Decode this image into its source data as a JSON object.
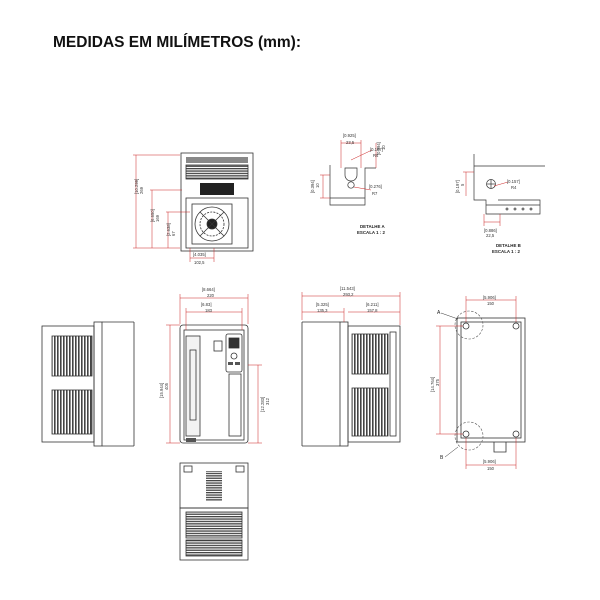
{
  "title": "MEDIDAS EM MILÍMETROS (mm):",
  "colors": {
    "line": "#333333",
    "dimension": "#cc2222",
    "detail_circle": "#555555"
  },
  "top_view": {
    "height": {
      "inch": "[10.299]",
      "mm": "269"
    },
    "fan_height": {
      "inch": "[6.650]",
      "mm": "169"
    },
    "fan_offset": {
      "inch": "[2.638]",
      "mm": "67"
    },
    "fan_width": {
      "inch": "[4.035]",
      "mm": "102,5"
    }
  },
  "detail_a": {
    "label": "DETALHE A",
    "scale": "ESCALA 1 : 2",
    "dims": {
      "a": {
        "inch": "[0.925]",
        "mm": "23,5"
      },
      "b": {
        "inch": "[0.187]",
        "mm": "R4"
      },
      "c": {
        "inch": "[0.394]",
        "mm": "10"
      },
      "d": {
        "inch": "[0.394]",
        "mm": "10"
      },
      "e": {
        "inch": "[0.276]",
        "mm": "R7"
      }
    }
  },
  "detail_b": {
    "label": "DETALHE B",
    "scale": "ESCALA 1 : 2",
    "dims": {
      "a": {
        "inch": "[0.197]",
        "mm": "5"
      },
      "b": {
        "inch": "[0.157]",
        "mm": "R4"
      },
      "c": {
        "inch": "[0.886]",
        "mm": "22,5"
      }
    }
  },
  "front_view": {
    "width": {
      "inch": "[8.664]",
      "mm": "220"
    },
    "inner_width": {
      "inch": "[6.83]",
      "mm": "183"
    },
    "height": {
      "inch": "[15.944]",
      "mm": "405"
    },
    "inner_height": {
      "inch": "[12.283]",
      "mm": "312"
    }
  },
  "side_view": {
    "depth": {
      "inch": "[11.543]",
      "mm": "293,2"
    },
    "left": {
      "inch": "[5.325]",
      "mm": "135,3"
    },
    "right": {
      "inch": "[6.211]",
      "mm": "157,8"
    }
  },
  "back_view": {
    "top_width": {
      "inch": "[5.906]",
      "mm": "150"
    },
    "height": {
      "inch": "[14.764]",
      "mm": "375"
    },
    "bottom_width": {
      "inch": "[5.906]",
      "mm": "150"
    },
    "marker_a": "A",
    "marker_b": "B"
  }
}
